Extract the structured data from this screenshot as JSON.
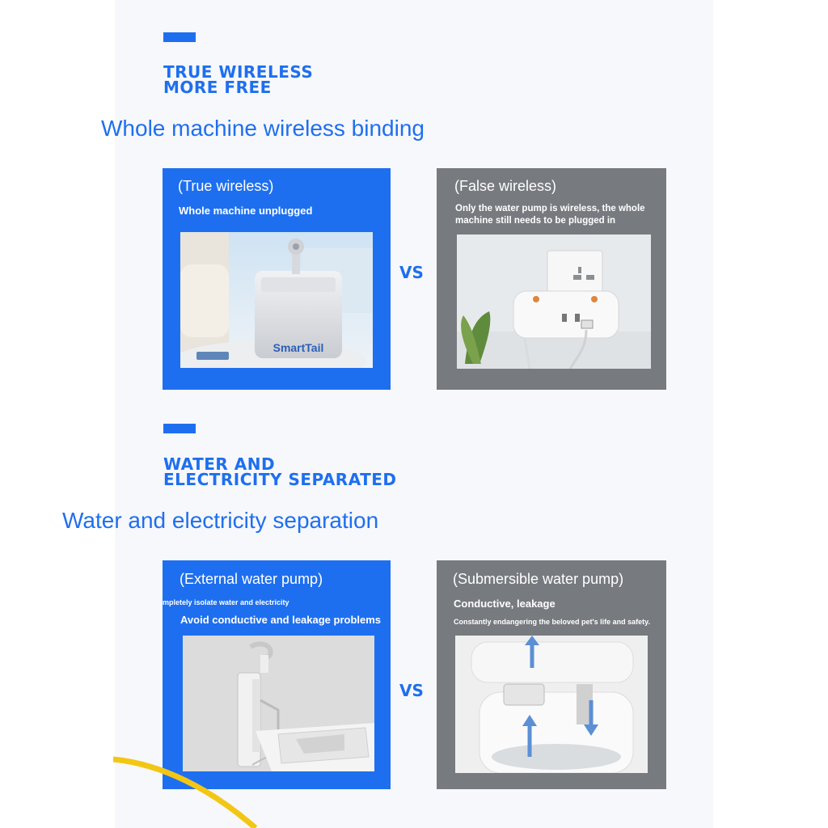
{
  "section1": {
    "slogan_line1": "TRUE WIRELESS",
    "slogan_line2": "MORE FREE",
    "heading": "Whole machine wireless binding",
    "left_card": {
      "title": "(True wireless)",
      "subtitle": "Whole machine unplugged",
      "brand": "SmartTail"
    },
    "vs": "VS",
    "right_card": {
      "title": "(False wireless)",
      "subtitle": "Only the water pump is wireless, the whole machine still needs to be plugged in"
    }
  },
  "section2": {
    "slogan_line1": "WATER AND",
    "slogan_line2": "ELECTRICITY SEPARATED",
    "heading": "Water and electricity separation",
    "left_card": {
      "title": "(External water pump)",
      "note": "mpletely isolate water and electricity",
      "subtitle": "Avoid conductive and leakage problems"
    },
    "vs": "VS",
    "right_card": {
      "title": "(Submersible water pump)",
      "subtitle": "Conductive, leakage",
      "note": "Constantly endangering the beloved pet's life and safety."
    }
  },
  "colors": {
    "accent": "#1e6ff0",
    "gray_card": "#777a7f",
    "swoosh": "#f3c614"
  }
}
